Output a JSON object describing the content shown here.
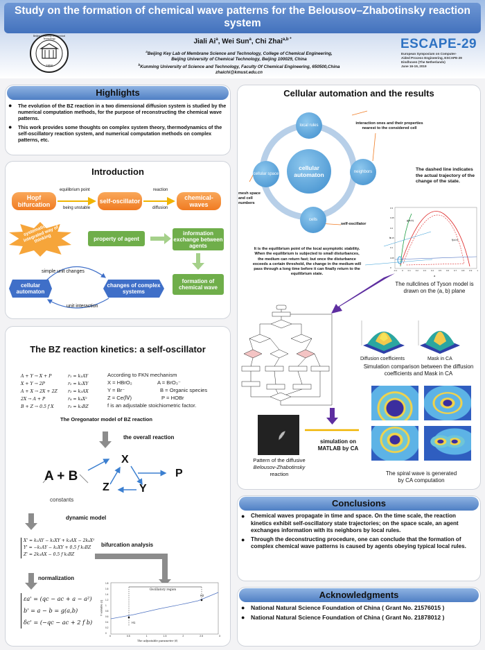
{
  "header": {
    "title": "Study on the formation of chemical wave patterns for the Belousov–Zhabotinsky reaction system",
    "authors": "Jiali Ai",
    "authors_sup1": "a",
    "authors_mid": ", Wei Sun",
    "authors_sup2": "a",
    "authors_end": ", Chi Zhai",
    "authors_sup3": "a,b *",
    "affil_a_sup": "a",
    "affil_a_1": "Beijing Key Lab of Membrane Science and Technology, College of Chemical Engineering,",
    "affil_a_2": "Beijing University of Chemical Technology, Beijing 100029, China",
    "affil_b_sup": "b",
    "affil_b": "Kunming University of Science and Technology, Faculty Of Chemical Engineering, 650500,China",
    "email": "zhaichi@kmust.edu.cn",
    "logo_text": "ESCAPE-29",
    "logo_sub_1": "European Symposium on Computer-",
    "logo_sub_2": "Aided Process Engineering, ESCAPE-29",
    "logo_sub_3": "Eindhoven (The Netherlands)",
    "logo_sub_4": "June 16-19, 2019",
    "seal_text": "Beijing University of Chemical Technology",
    "seal_year": "1958"
  },
  "highlights": {
    "title": "Highlights",
    "items": [
      "The evolution of the BZ reaction in a two dimensional diffusion system is studied by the numerical computation methods, for the purpose of reconstructing the chemical wave patterns.",
      "This work provides some thoughts on complex system theory, thermodynamics of the self-oscillatory reaction system, and numerical computation methods on complex patterns, etc."
    ]
  },
  "intro": {
    "title": "Introduction",
    "hopf": "Hopf bifurcation",
    "self_osc": "self-oscillator",
    "chem_waves": "chemical-waves",
    "eq_point": "equilibrium point",
    "unstable": "being unstable",
    "reaction": "reaction",
    "diffusion": "diffusion",
    "systematic": "systematic and integrated way of thinking",
    "property": "property of agent",
    "info": "information exchange between agents",
    "simple": "simple unit changes",
    "cellular": "cellular automaton",
    "changes": "changes of complex systems",
    "unit_inter": "unit interaction",
    "formation": "formation of chemical wave"
  },
  "bz": {
    "title": "The BZ reaction kinetics: a self-oscillator",
    "reactions": [
      "A + Y → X + P",
      "X + Y → 2P",
      "A + X → 2X + 2Z",
      "2X → A + P",
      "B + Z → 0.5 f X"
    ],
    "rates": [
      "r₁ = k₁AY",
      "r₂ = k₂XY",
      "r₃ = k₃AX",
      "r₄ = k₄X²",
      "r₅ = k₅BZ"
    ],
    "fkn": "According to FKN mechanism",
    "defs": [
      "X = HBrO₂",
      "A = BrO₃⁻",
      "Y = Br⁻",
      "B = Organic species",
      "Z = Ce(Ⅳ)",
      "P = HOBr"
    ],
    "f_def": "f is an adjustable stoichiometric factor.",
    "oregonator": "The Oregonator model of BZ reaction",
    "overall": "the overall reaction",
    "ab": "A + B",
    "x": "X",
    "y": "Y",
    "z": "Z",
    "p": "P",
    "constants": "constants",
    "dynamic": "dynamic model",
    "dyn_eqs": [
      "X' = k₁AY − k₂XY + k₃AX − 2k₄X²",
      "Y' = −k₁AY − k₂XY + 0.5 f k₅BZ",
      "Z' = 2k₃AX − 0.5 f k₅BZ"
    ],
    "bif": "bifurcation analysis",
    "norm": "normalization",
    "norm_eqs": [
      "εa' = (qc − ac + a − a²)",
      "b' = a − b = g(a,b)",
      "δc' = (−qc − ac + 2 f b)"
    ],
    "osc_region": "Oscillatory region",
    "h1": "H1",
    "h2": "H2",
    "xlabel": "The adjustable parameter (f)",
    "ylabel": "Y variable (c)",
    "xticks": [
      "0",
      "0.5",
      "1",
      "1.5",
      "2",
      "2.5",
      "3"
    ],
    "yticks": [
      "1.8",
      "1.6",
      "1.4",
      "1.2",
      "1",
      "0.8",
      "0.6",
      "0.4",
      "0.2",
      "0"
    ]
  },
  "ca": {
    "title": "Cellular automation and the results",
    "center": "cellular automaton",
    "local_rules": "local rules",
    "neighbors": "neighbors",
    "cells": "cells",
    "cellular_space": "cellular space",
    "note_inter": "interaction ones and their properties nearest to the considered cell",
    "note_mesh": "mesh space and cell numbers",
    "note_self": "self-oscillator",
    "note_dashed": "The dashed line indicates the actual trajectory of the change of the state.",
    "note_eq": "It is the equilibrium point of the local asymptotic stability. When the equilibrium is subjected to small disturbances, the medium can return fast; but once the disturbance exceeds a certain threshold, the change in the medium will pass through a long time before it can finally return to the equilibrium state.",
    "nullcline_caption": "The nullclines of Tyson model is drawn on the (a, b) plane",
    "nc_a": "a",
    "nc_b": "b",
    "nc_ga": "g(a,b)",
    "nc_fa": "f(a,b)",
    "nc_xticks": [
      "-0.1",
      "0",
      "0.1",
      "0.2",
      "0.3",
      "0.4",
      "0.5",
      "0.6",
      "0.7",
      "0.8",
      "0.9",
      "1"
    ],
    "nc_yticks": [
      "0.3",
      "0.25",
      "0.2",
      "0.15",
      "0.1",
      "0.05",
      "0"
    ],
    "diff_coef": "Diffusion coefficients",
    "mask": "Mask in CA",
    "sim_cmp": "Simulation comparison between the diffusion coefficients and Mask in CA",
    "sim_matlab": "simulation on MATLAB by CA",
    "pattern_1": "Pattern of the diffusive",
    "pattern_2": "Belousov-Zhabotinsky",
    "pattern_3": "reaction",
    "spiral_1": "The spiral wave is generated",
    "spiral_2": "by CA computation"
  },
  "conclusions": {
    "title": "Conclusions",
    "items": [
      "Chemical waves propagate in time and space. On the time scale, the reaction kinetics exhibit self-oscillatory state trajectories; on the space scale, an agent exchanges information with its neighbors by local rules.",
      "Through the deconstructing procedure, one can conclude that the formation of complex chemical wave patterns is caused by agents obeying typical local rules."
    ]
  },
  "ack": {
    "title": "Acknowledgments",
    "items": [
      "National Natural Science Foundation of China ( Grant No. 21576015 )",
      "National Natural Science Foundation of China ( Grant No. 21878012 )"
    ]
  }
}
